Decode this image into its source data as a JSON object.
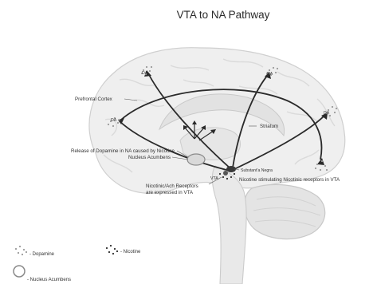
{
  "title": "VTA to NA Pathway",
  "labels": {
    "prefrontal_cortex": "Prefrontal Cortex",
    "striatum": "Striatum",
    "release_of_dopamine": "Release of Dopamine in NA caused by Nicotine",
    "nucleus_acumbens": "Nucleus Acumbens",
    "substantia_nigra": "Substant'a Negra",
    "vta": "VTA",
    "nicotine_stimulating": "Nicotine stimulating Nicotinic receptors in VTA",
    "nicotinic_receptors_line1": "Nicotinic/Ach Receptors",
    "nicotinic_receptors_line2": "are expressed in VTA",
    "da_1": "DA",
    "da_2": "DA",
    "da_3": "DA",
    "da_4": "DA"
  },
  "legend": {
    "dopamine": "- Dopamine",
    "nicotine": "- Nicotine",
    "nucleus_acumbens": "- Nucleus Acumbens"
  },
  "colors": {
    "brain_fill": "#efefef",
    "brain_stroke": "#cfcfcf",
    "fold": "#dcdcdc",
    "tract": "#2a2a2a",
    "dopamine_dot": "#9a9a9a",
    "nicotine_dot": "#2e2e2e"
  }
}
